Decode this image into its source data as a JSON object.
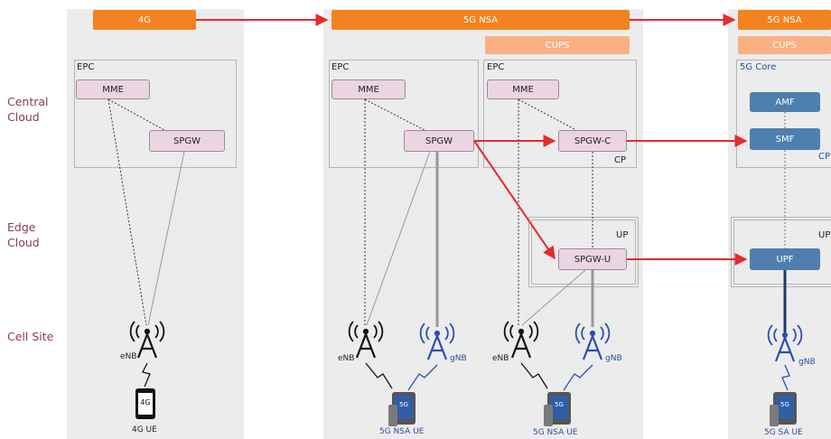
{
  "rows": {
    "central": "Central\nCloud",
    "edge": "Edge\nCloud",
    "cell": "Cell Site"
  },
  "banners": {
    "col1": "4G",
    "col2": "5G NSA",
    "col4": "5G NSA",
    "cups_a": "CUPS",
    "cups_b": "CUPS"
  },
  "frames": {
    "epc": "EPC",
    "core5g": "5G Core",
    "cp": "CP",
    "up": "UP"
  },
  "functions": {
    "mme": "MME",
    "spgw": "SPGW",
    "spgw_c": "SPGW-C",
    "spgw_u": "SPGW-U",
    "amf": "AMF",
    "smf": "SMF",
    "upf": "UPF"
  },
  "radios": {
    "enb": "eNB",
    "gnb": "gNB"
  },
  "devices": {
    "phone_badge": "4G",
    "ue_4g": "4G UE",
    "ue_nsa": "5G NSA UE",
    "ue_sa": "5G SA UE",
    "phone_5g_badge": "5G"
  },
  "colors": {
    "banner": "#f58220",
    "cups": "#f9b184",
    "pink": "#ead5e1",
    "blue_box": "#4e7fae",
    "arrow": "#e52b2b",
    "label": "#8a3a52",
    "gnb": "#2a4fb0"
  }
}
